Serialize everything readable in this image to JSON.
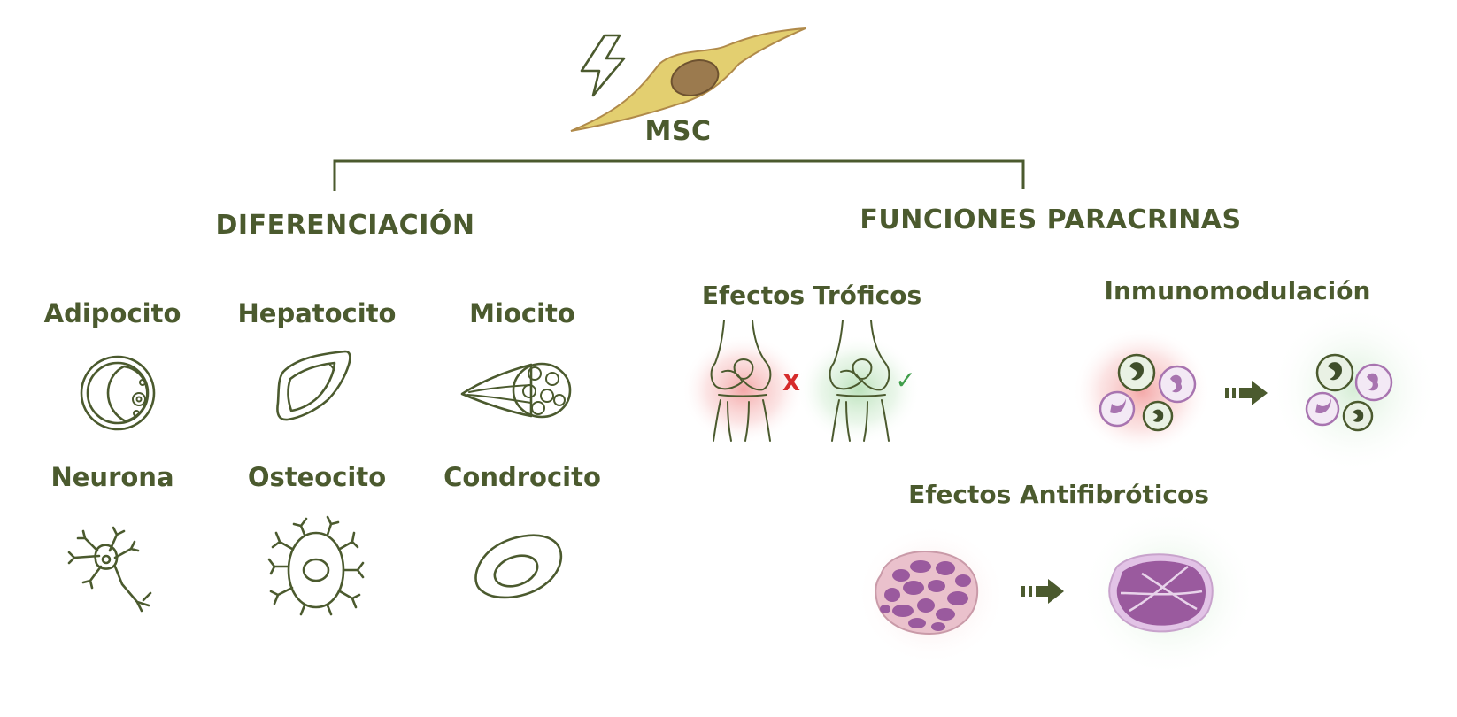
{
  "root": {
    "label": "MSC"
  },
  "branches": {
    "differentiation": {
      "title": "DIFERENCIACIÓN",
      "cells": [
        {
          "label": "Adipocito",
          "icon": "adipocyte-icon"
        },
        {
          "label": "Hepatocito",
          "icon": "liver-icon"
        },
        {
          "label": "Miocito",
          "icon": "muscle-icon"
        },
        {
          "label": "Neurona",
          "icon": "neuron-icon"
        },
        {
          "label": "Osteocito",
          "icon": "osteocyte-icon"
        },
        {
          "label": "Condrocito",
          "icon": "chondrocyte-icon"
        }
      ]
    },
    "paracrine": {
      "title": "FUNCIONES PARACRINAS",
      "trophic": {
        "label": "Efectos Tróficos",
        "bad_mark": "X",
        "good_mark": "✓"
      },
      "immuno": {
        "label": "Inmunomodulación"
      },
      "antifibrotic": {
        "label": "Efectos Antifibróticos"
      }
    }
  },
  "colors": {
    "text": "#4b5a2e",
    "cell_body": "#e3cf70",
    "cell_nucleus": "#9b7a4e",
    "bad_glow": "#f2a5a5",
    "good_glow": "#a9d9a9",
    "bad_mark": "#d62b2b",
    "good_mark": "#3f9e4a",
    "tissue": "#9a5a9e"
  }
}
